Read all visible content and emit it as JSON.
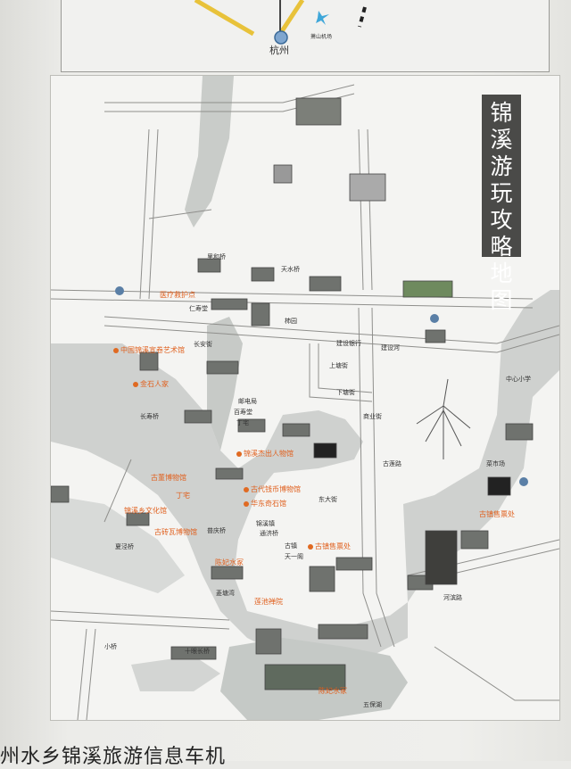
{
  "top_panel": {
    "city": "杭州",
    "airport": "萧山机场"
  },
  "map_title": "锦溪游玩攻略地图",
  "poi_labels": [
    "医疗救护点",
    "中国锦溪宣卷艺术馆",
    "金石人家",
    "锦溪杰出人物馆",
    "古董博物馆",
    "锦溪乡文化馆",
    "古砖瓦博物馆",
    "丁宅",
    "古代钱币博物馆",
    "华东奇石馆",
    "古镇售票处",
    "古镇售票处",
    "莲池禅院",
    "陈妃水冢",
    "陈妃水冢"
  ],
  "street_labels": [
    "天水桥",
    "里和桥",
    "长安街",
    "仁寿堂",
    "柿园",
    "建设银行",
    "建设河",
    "上塘街",
    "下塘街",
    "十眼长桥",
    "五保湖",
    "邮电局",
    "百寿堂",
    "丁宅",
    "古莲路",
    "锦溪镇",
    "通济桥",
    "普庆桥",
    "菱塘湾",
    "古镇",
    "河滨路",
    "商业街",
    "菜市场",
    "中心小学",
    "长寿桥",
    "夏泾桥",
    "小桥",
    "天一阁",
    "东大街"
  ],
  "bottom_text": "州水乡锦溪旅游信息车机"
}
